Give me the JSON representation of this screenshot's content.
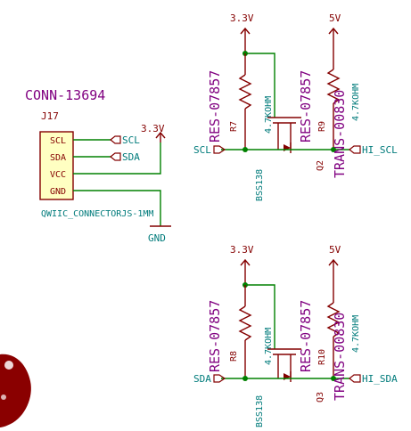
{
  "connector": {
    "title": "CONN-13694",
    "ref": "J17",
    "footprint": "QWIIC_CONNECTORJS-1MM",
    "pins": [
      "SCL",
      "SDA",
      "VCC",
      "GND"
    ],
    "net_labels": [
      "SCL",
      "SDA"
    ],
    "vcc_label": "3.3V",
    "gnd_label": "GND"
  },
  "channel1": {
    "rail_low": "3.3V",
    "rail_high": "5V",
    "r_low": {
      "part": "RES-07857",
      "ref": "R7",
      "value": "4.7KOHM"
    },
    "r_high": {
      "part": "RES-07857",
      "ref": "R9",
      "value": "4.7KOHM"
    },
    "fet": {
      "part": "TRANS-00830",
      "ref": "Q2",
      "value": "BSS138"
    },
    "low_net": "SCL",
    "high_net": "HI_SCL"
  },
  "channel2": {
    "rail_low": "3.3V",
    "rail_high": "5V",
    "r_low": {
      "part": "RES-07857",
      "ref": "R8",
      "value": "4.7KOHM"
    },
    "r_high": {
      "part": "RES-07857",
      "ref": "R10",
      "value": "4.7KOHM"
    },
    "fet": {
      "part": "TRANS-00830",
      "ref": "Q3",
      "value": "BSS138"
    },
    "low_net": "SDA",
    "high_net": "HI_SDA"
  },
  "colors": {
    "component": "#840000",
    "wire": "#008000",
    "label": "#007b7b",
    "part_value": "#800080",
    "connector_fill": "#ffffc2"
  }
}
